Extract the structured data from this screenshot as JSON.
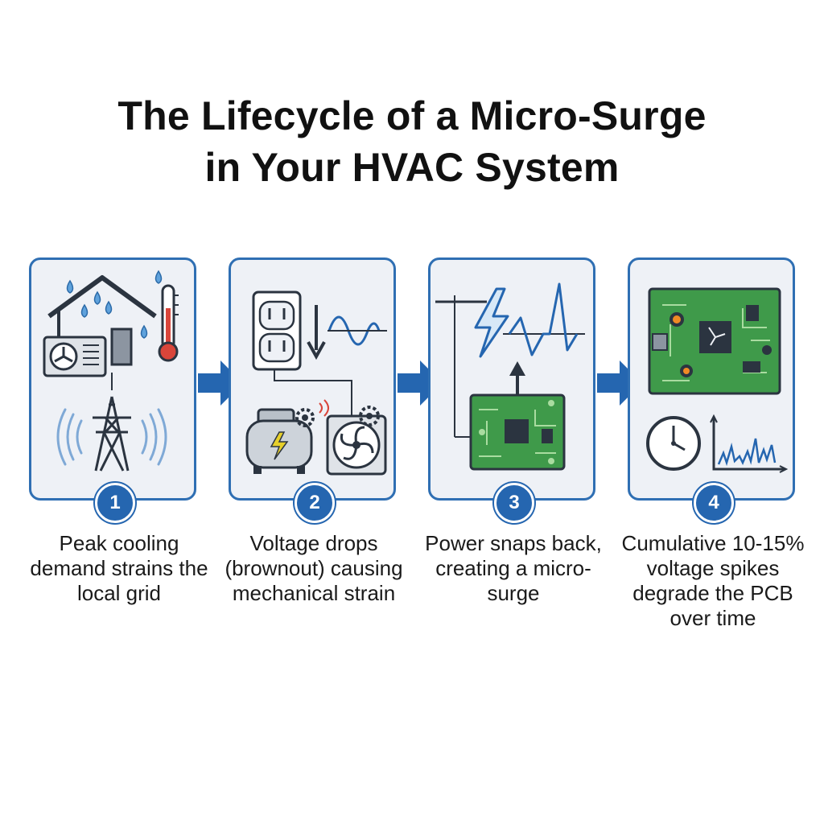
{
  "title": {
    "line1": "The Lifecycle of a Micro-Surge",
    "line2": "in Your HVAC System"
  },
  "steps": [
    {
      "number": "1",
      "caption": "Peak cooling demand strains the local grid",
      "icons": [
        "house-icon",
        "rain-drop-icon",
        "thermometer-icon",
        "ac-unit-icon",
        "power-tower-icon"
      ]
    },
    {
      "number": "2",
      "caption": "Voltage drops (brownout) causing mechanical strain",
      "icons": [
        "outlet-icon",
        "down-arrow-icon",
        "sine-wave-icon",
        "compressor-icon",
        "fan-icon",
        "gear-icon"
      ]
    },
    {
      "number": "3",
      "caption": "Power snaps back, creating a micro-surge",
      "icons": [
        "power-line-icon",
        "lightning-icon",
        "spike-wave-icon",
        "up-arrow-icon",
        "circuit-board-icon"
      ]
    },
    {
      "number": "4",
      "caption": "Cumulative 10-15% voltage spikes degrade the PCB over time",
      "icons": [
        "damaged-circuit-board-icon",
        "clock-icon",
        "spike-chart-icon"
      ]
    }
  ],
  "colors": {
    "accent": "#2566b0",
    "panel_border": "#2f6fb3",
    "panel_fill": "#eef1f6",
    "pcb_green": "#3f9a4a"
  }
}
